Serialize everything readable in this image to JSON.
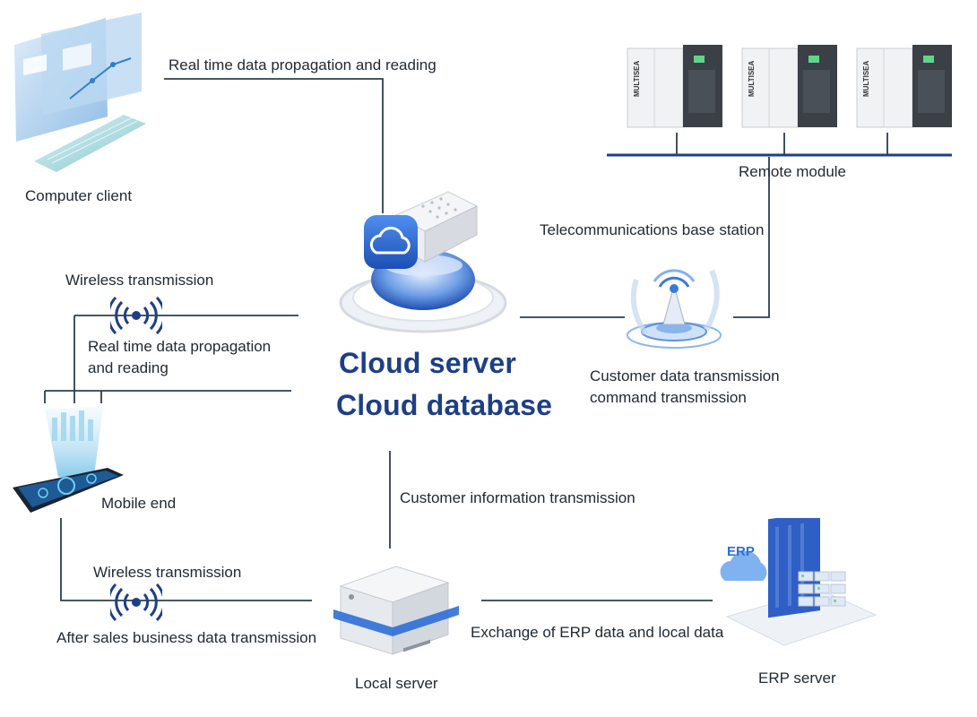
{
  "title": {
    "line1": "Cloud server",
    "line2": "Cloud database"
  },
  "nodes": {
    "computer_client": "Computer client",
    "remote_module": "Remote module",
    "base_station": "Telecommunications base station",
    "mobile_end": "Mobile end",
    "local_server": "Local server",
    "erp_server": "ERP server"
  },
  "edges": {
    "top_link": "Real time data propagation and reading",
    "wireless_upper": "Wireless transmission",
    "mobile_link_line1": "Real time data propagation",
    "mobile_link_line2": "and reading",
    "customer_data_line1": "Customer data transmission",
    "customer_data_line2": "command transmission",
    "customer_info": "Customer information transmission",
    "wireless_lower": "Wireless transmission",
    "after_sales": "After sales business data transmission",
    "erp_exchange": "Exchange of ERP data and local data"
  },
  "machines": {
    "brand_label": "MULTISEA"
  },
  "colors": {
    "line": "#2c3e50",
    "bus": "#1d3f86",
    "accent_blue": "#3a7bd5",
    "title_blue": "#1d3f86"
  }
}
